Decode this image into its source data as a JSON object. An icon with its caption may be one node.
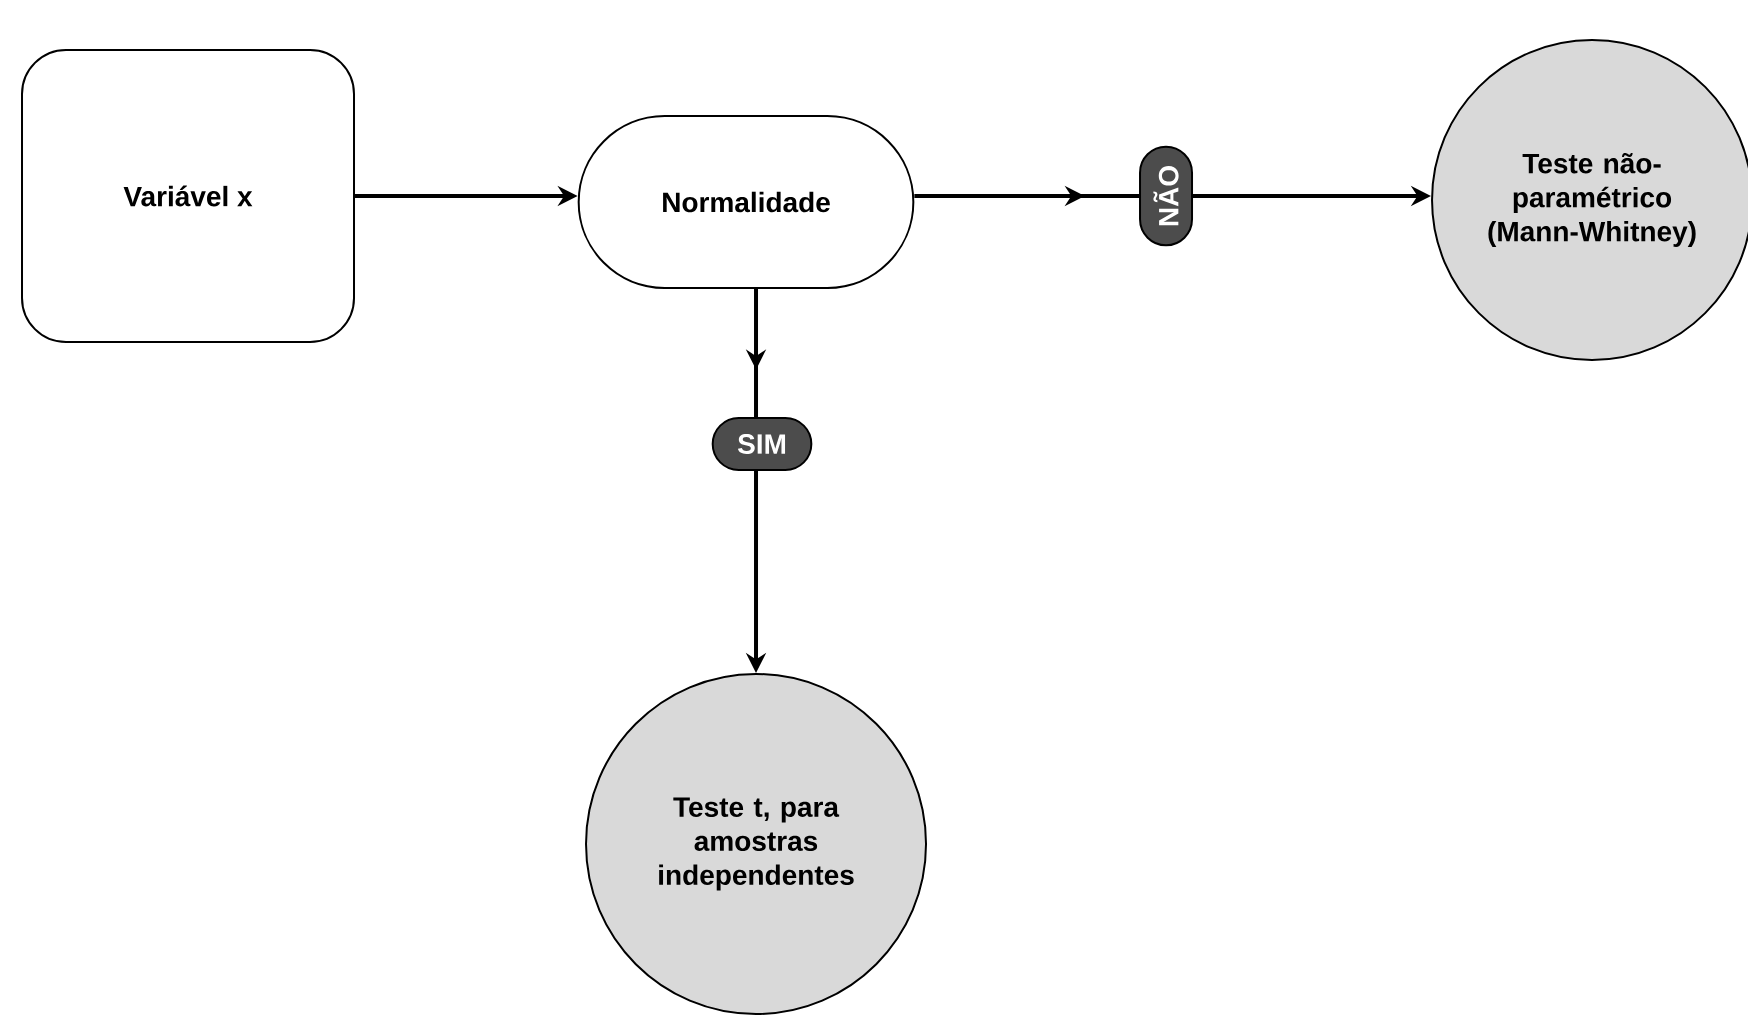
{
  "diagram": {
    "nodes": [
      {
        "text": [
          "Variável x"
        ]
      },
      {
        "text": [
          "Normalidade"
        ]
      },
      {
        "text": [
          "Teste não-paramétrico (Mann-Whitney)"
        ]
      },
      {
        "text": [
          "Teste t, para amostras independentes"
        ]
      }
    ],
    "edges": [
      {
        "from": 0,
        "to": 1,
        "arrow": "to"
      },
      {
        "from": 1,
        "to": 2,
        "arrow": "to",
        "label": "NÃO"
      },
      {
        "from": 1,
        "to": 3,
        "arrow": "to",
        "label": "SIM"
      }
    ]
  }
}
